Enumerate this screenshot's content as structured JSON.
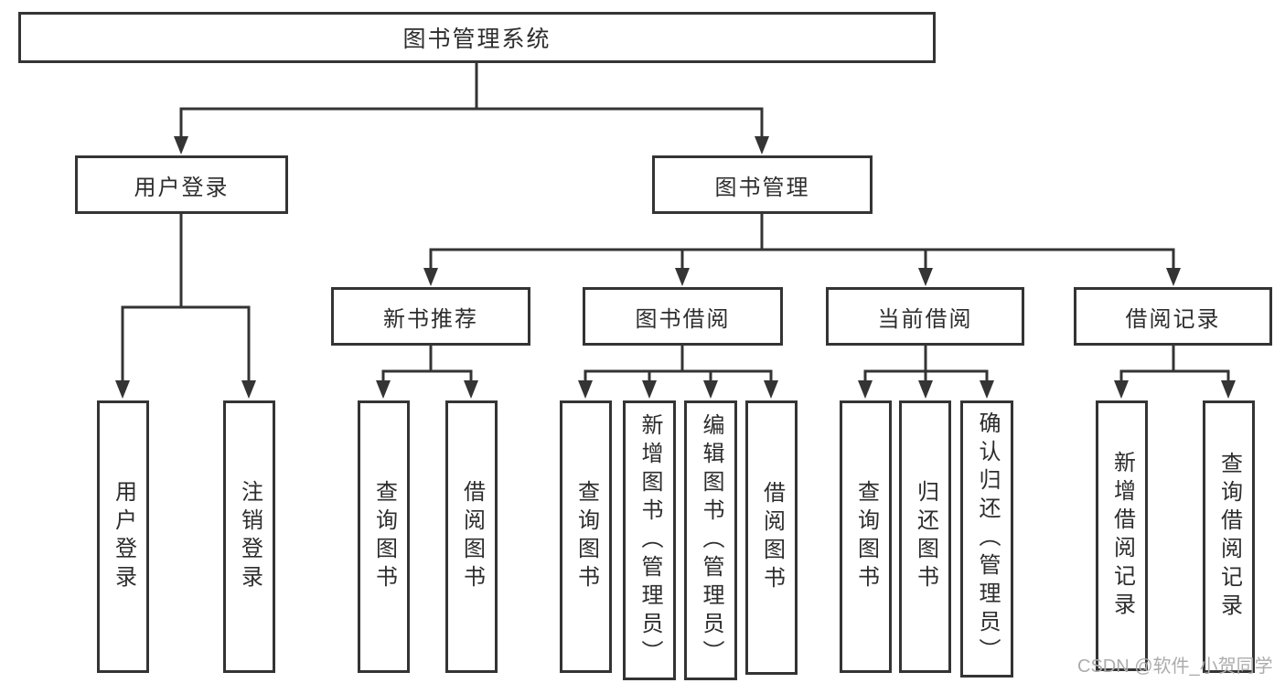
{
  "nodes": {
    "root": "图书管理系统",
    "user_login": "用户登录",
    "book_mgmt": "图书管理",
    "new_book": "新书推荐",
    "book_borrow": "图书借阅",
    "current_borrow": "当前借阅",
    "borrow_record": "借阅记录",
    "ul_login": "用户登录",
    "ul_logout": "注销登录",
    "nb_query": "查询图书",
    "nb_borrow": "借阅图书",
    "bb_query": "查询图书",
    "bb_add": "新增图书（管理员）",
    "bb_edit": "编辑图书（管理员）",
    "bb_borrow": "借阅图书",
    "cb_query": "查询图书",
    "cb_return": "归还图书",
    "cb_confirm": "确认归还（管理员）",
    "br_add": "新增借阅记录",
    "br_query": "查询借阅记录"
  },
  "watermark": "CSDN @软件_小贺同学",
  "colors": {
    "line": "#343434",
    "box_border": "#343434",
    "text": "#2d2d2d",
    "watermark": "#acacac",
    "background": "#ffffff"
  }
}
